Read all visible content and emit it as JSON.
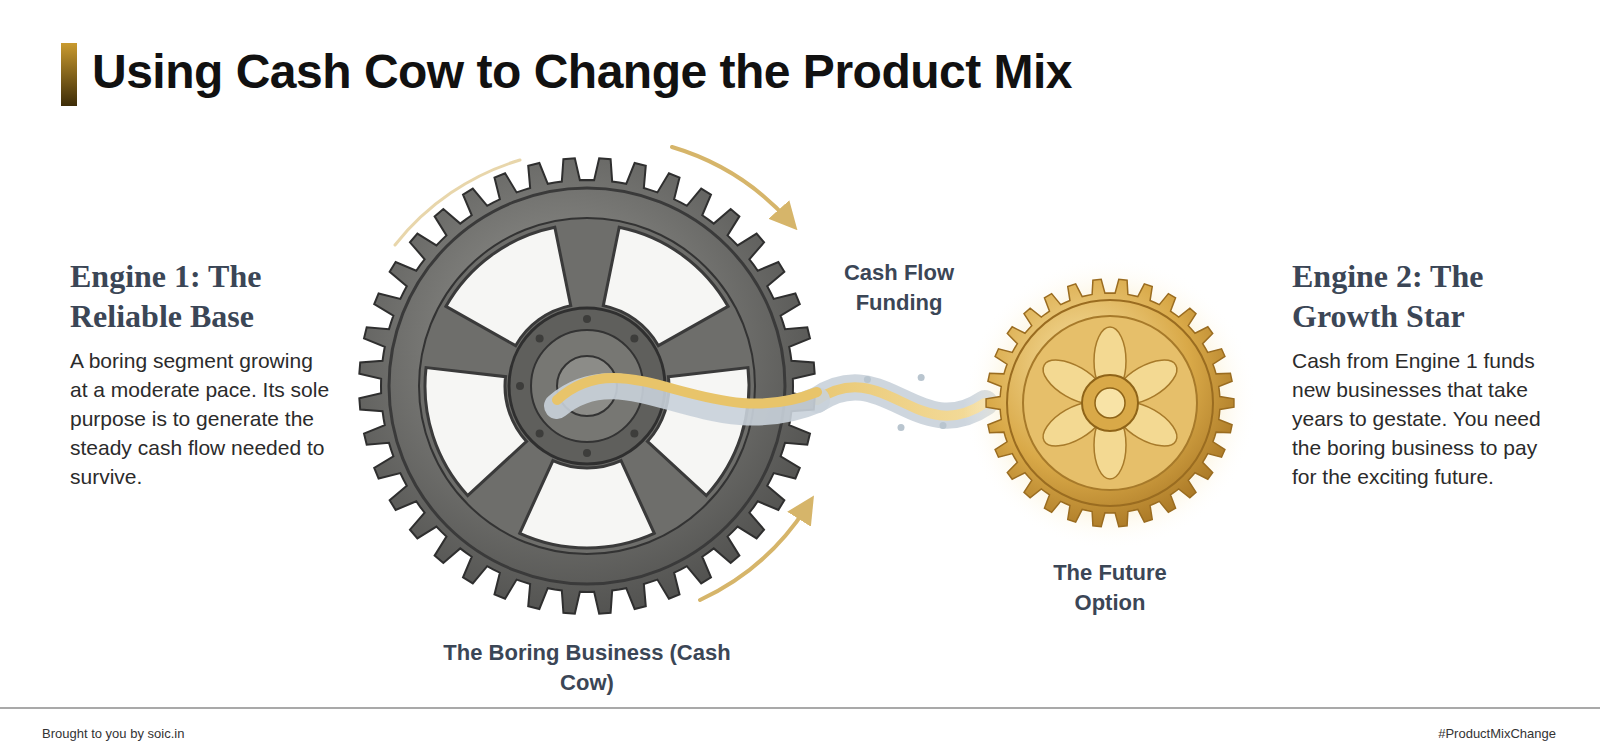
{
  "diagram": {
    "title": "Using Cash Cow to Change the Product Mix",
    "nodes": [
      {
        "text": [
          "The Boring Business (Cash Cow)"
        ]
      },
      {
        "text": [
          "The Future Option"
        ]
      }
    ],
    "edges": [
      {
        "from": 0,
        "to": 1,
        "label": "Cash Flow Funding",
        "arrow": "none"
      }
    ],
    "labels": [
      "Engine 1: The Reliable Base",
      "A boring segment growing at a moderate pace. Its sole purpose is to generate the steady cash flow needed to survive.",
      "Engine 2: The Growth Star",
      "Cash from Engine 1 funds new businesses that take years to gestate. You need the boring business to pay for the exciting future.",
      "Brought to you by soic.in",
      "#ProductMixChange"
    ]
  }
}
